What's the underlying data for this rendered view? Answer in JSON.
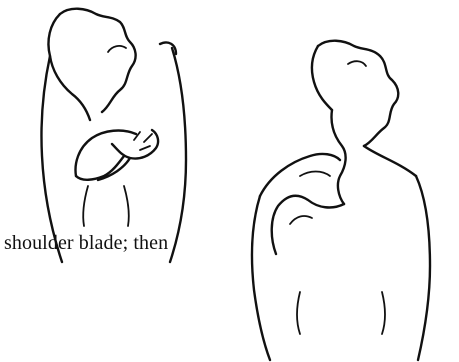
{
  "caption": {
    "text": "shoulder blade; then"
  },
  "illustrations": [
    {
      "id": "left-figure",
      "pose": "hand reaching over shoulder toward back"
    },
    {
      "id": "right-figure",
      "pose": "hand reaching over shoulder, viewed from behind"
    }
  ],
  "colors": {
    "ink": "#111111",
    "background": "#ffffff"
  }
}
